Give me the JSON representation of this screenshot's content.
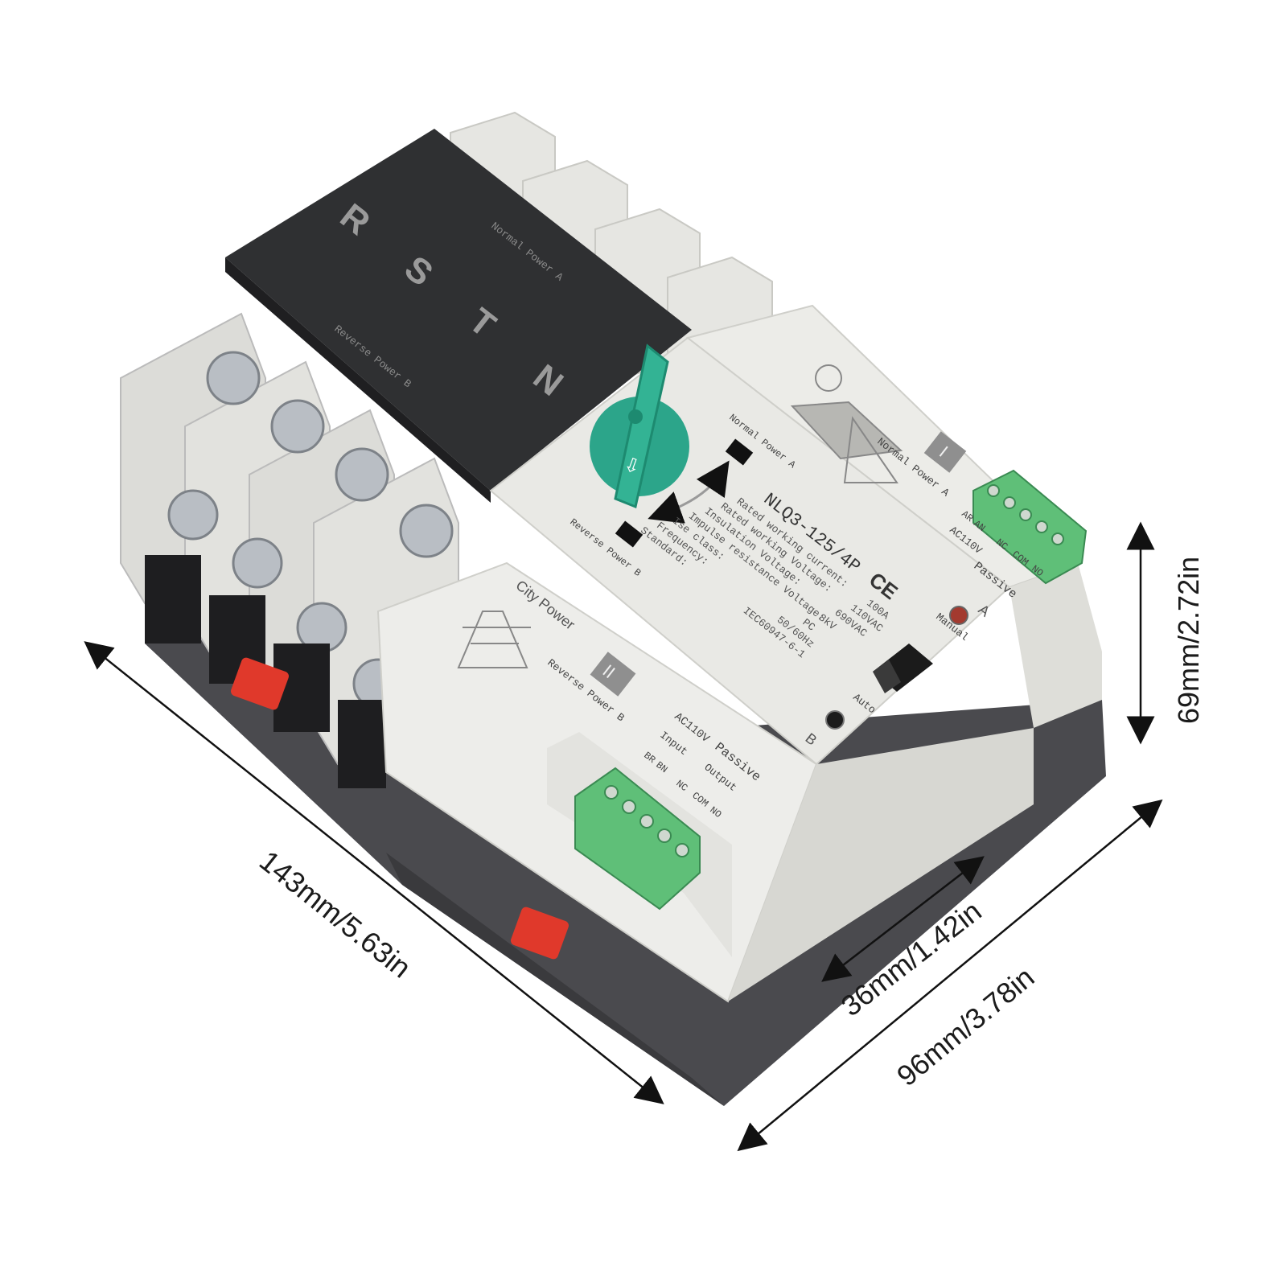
{
  "front_cover": {
    "phases": [
      "R",
      "S",
      "T",
      "N"
    ],
    "normal_label": "Normal Power A",
    "reverse_label": "Reverse Power B"
  },
  "panel": {
    "switch_normal": "Normal Power A",
    "switch_reverse": "Reverse Power B",
    "model": "NLQ3-125/4P",
    "spec_lines": [
      "Rated working current:",
      "Rated working Voltage:",
      "Insulation Voltage:",
      "Impulse resistance Voltage:",
      "Ise class:",
      "Frequency:",
      "Standard:"
    ],
    "spec_values": [
      "100A",
      "110VAC",
      "690VAC",
      "8kV",
      "PC",
      "50/60Hz",
      "IEC60947-6-1"
    ],
    "ce": "CE",
    "led_a": "A",
    "led_b": "B",
    "mode_manual": "Manual",
    "mode_auto": "Auto"
  },
  "module_a": {
    "roman": "I",
    "label": "Normal Power A",
    "ac": "AC110V",
    "passive": "Passive",
    "terms": [
      "AR",
      "AN",
      "NC",
      "COM",
      "NO"
    ]
  },
  "module_b": {
    "roman": "II",
    "city": "City Power",
    "label": "Reverse Power B",
    "ac": "AC110V",
    "passive": "Passive",
    "input": "Input",
    "output": "Output",
    "terms": [
      "BR",
      "BN",
      "NC",
      "COM",
      "NO"
    ]
  },
  "dimensions": {
    "length": "143mm/5.63in",
    "height": "69mm/2.72in",
    "depth_inner": "36mm/1.42in",
    "depth_total": "96mm/3.78in"
  }
}
